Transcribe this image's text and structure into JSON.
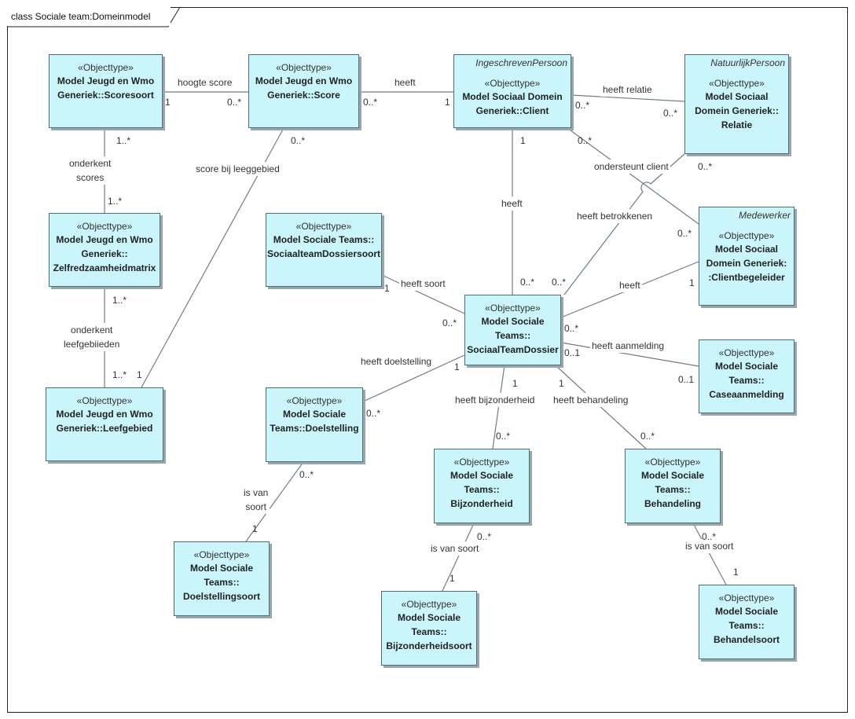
{
  "diagram_title": "class Sociale team:Domeinmodel",
  "colors": {
    "box_fill": "#c9f5fb",
    "box_border": "#4a6f78",
    "line": "#6d7e85"
  },
  "classes": [
    {
      "id": "scoresoort",
      "stereotype": "«Objecttype»",
      "name": "Model Jeugd en Wmo\nGeneriek::Scoresoort",
      "abstract": ""
    },
    {
      "id": "score",
      "stereotype": "«Objecttype»",
      "name": "Model Jeugd en Wmo\nGeneriek::Score",
      "abstract": ""
    },
    {
      "id": "client",
      "stereotype": "«Objecttype»",
      "name": "Model Sociaal Domein\nGeneriek::Client",
      "abstract": "IngeschrevenPersoon"
    },
    {
      "id": "relatie",
      "stereotype": "«Objecttype»",
      "name": "Model Sociaal\nDomein Generiek::\nRelatie",
      "abstract": "NatuurlijkPersoon"
    },
    {
      "id": "zelfredzaamheidmatrix",
      "stereotype": "«Objecttype»",
      "name": "Model Jeugd en Wmo\nGeneriek::\nZelfredzaamheidmatrix",
      "abstract": ""
    },
    {
      "id": "sociaalteamdossiersoort",
      "stereotype": "«Objecttype»",
      "name": "Model Sociale Teams::\nSociaalteamDossiersoort",
      "abstract": ""
    },
    {
      "id": "clientbegeleider",
      "stereotype": "«Objecttype»",
      "name": "Model Sociaal\nDomein Generiek:\n:Clientbegeleider",
      "abstract": "Medewerker"
    },
    {
      "id": "sociaalteamdossier",
      "stereotype": "«Objecttype»",
      "name": "Model Sociale\nTeams::\nSociaalTeamDossier",
      "abstract": ""
    },
    {
      "id": "caseaanmelding",
      "stereotype": "«Objecttype»",
      "name": "Model Sociale\nTeams::\nCaseaanmelding",
      "abstract": ""
    },
    {
      "id": "leefgebied",
      "stereotype": "«Objecttype»",
      "name": "Model Jeugd en Wmo\nGeneriek::Leefgebied",
      "abstract": ""
    },
    {
      "id": "doelstelling",
      "stereotype": "«Objecttype»",
      "name": "Model Sociale\nTeams::Doelstelling",
      "abstract": ""
    },
    {
      "id": "bijzonderheid",
      "stereotype": "«Objecttype»",
      "name": "Model Sociale\nTeams::\nBijzonderheid",
      "abstract": ""
    },
    {
      "id": "behandeling",
      "stereotype": "«Objecttype»",
      "name": "Model Sociale\nTeams::\nBehandeling",
      "abstract": ""
    },
    {
      "id": "doelstellingsoort",
      "stereotype": "«Objecttype»",
      "name": "Model Sociale\nTeams::\nDoelstellingsoort",
      "abstract": ""
    },
    {
      "id": "bijzonderheidsoort",
      "stereotype": "«Objecttype»",
      "name": "Model Sociale\nTeams::\nBijzonderheidsoort",
      "abstract": ""
    },
    {
      "id": "behandelsoort",
      "stereotype": "«Objecttype»",
      "name": "Model Sociale\nTeams::\nBehandelsoort",
      "abstract": ""
    }
  ],
  "associations": [
    {
      "id": "a1",
      "from": "scoresoort",
      "to": "score",
      "label": "hoogte score",
      "from_mult": "1",
      "to_mult": "0..*"
    },
    {
      "id": "a2",
      "from": "score",
      "to": "client",
      "label": "heeft",
      "from_mult": "0..*",
      "to_mult": "1"
    },
    {
      "id": "a3",
      "from": "client",
      "to": "relatie",
      "label": "heeft relatie",
      "from_mult": "0..*",
      "to_mult": "0..*"
    },
    {
      "id": "a4",
      "from": "scoresoort",
      "to": "zelfredzaamheidmatrix",
      "label": "onderkent\nscores",
      "from_mult": "1..*",
      "to_mult": "1..*"
    },
    {
      "id": "a5",
      "from": "zelfredzaamheidmatrix",
      "to": "leefgebied",
      "label": "onderkent\nleefgebiieden",
      "from_mult": "1..*",
      "to_mult": "1..*"
    },
    {
      "id": "a6",
      "from": "score",
      "to": "leefgebied",
      "label": "score bij leeggebied",
      "from_mult": "0..*",
      "to_mult": "1"
    },
    {
      "id": "a7",
      "from": "client",
      "to": "clientbegeleider",
      "label": "ondersteunt client",
      "from_mult": "0..*",
      "to_mult": "0..*"
    },
    {
      "id": "a8",
      "from": "client",
      "to": "sociaalteamdossier",
      "label": "heeft",
      "from_mult": "1",
      "to_mult": "0..*"
    },
    {
      "id": "a9",
      "from": "relatie",
      "to": "sociaalteamdossier",
      "label": "heeft betrokkenen",
      "from_mult": "0..*",
      "to_mult": "0..*"
    },
    {
      "id": "a10",
      "from": "sociaalteamdossiersoort",
      "to": "sociaalteamdossier",
      "label": "heeft soort",
      "from_mult": "1",
      "to_mult": "0..*"
    },
    {
      "id": "a11",
      "from": "sociaalteamdossier",
      "to": "clientbegeleider",
      "label": "heeft",
      "from_mult": "0..*",
      "to_mult": "1"
    },
    {
      "id": "a12",
      "from": "sociaalteamdossier",
      "to": "caseaanmelding",
      "label": "heeft aanmelding",
      "from_mult": "0..1",
      "to_mult": "0..1"
    },
    {
      "id": "a13",
      "from": "sociaalteamdossier",
      "to": "doelstelling",
      "label": "heeft doelstelling",
      "from_mult": "1",
      "to_mult": "0..*"
    },
    {
      "id": "a14",
      "from": "sociaalteamdossier",
      "to": "bijzonderheid",
      "label": "heeft bijzonderheid",
      "from_mult": "1",
      "to_mult": "0..*"
    },
    {
      "id": "a15",
      "from": "sociaalteamdossier",
      "to": "behandeling",
      "label": "heeft behandeling",
      "from_mult": "1",
      "to_mult": "0..*"
    },
    {
      "id": "a16",
      "from": "doelstelling",
      "to": "doelstellingsoort",
      "label": "is van\nsoort",
      "from_mult": "0..*",
      "to_mult": "1"
    },
    {
      "id": "a17",
      "from": "bijzonderheid",
      "to": "bijzonderheidsoort",
      "label": "is van soort",
      "from_mult": "0..*",
      "to_mult": "1"
    },
    {
      "id": "a18",
      "from": "behandeling",
      "to": "behandelsoort",
      "label": "is van soort",
      "from_mult": "0..*",
      "to_mult": "1"
    }
  ]
}
